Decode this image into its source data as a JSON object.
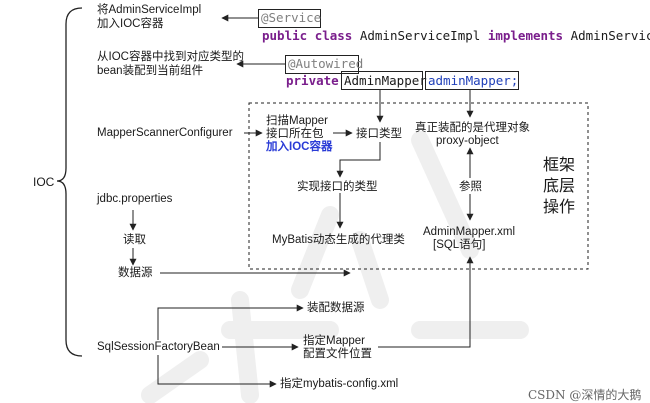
{
  "ioc_label": "IOC",
  "left_labels": {
    "add_admin_line1": "将AdminServiceImpl",
    "add_admin_line2": "加入IOC容器",
    "find_bean_line1": "从IOC容器中找到对应类型的",
    "find_bean_line2": "bean装配到当前组件",
    "mapper_scanner": "MapperScannerConfigurer",
    "jdbc_properties": "jdbc.properties",
    "read": "读取",
    "datasource": "数据源",
    "sqlsession_factory": "SqlSessionFactoryBean"
  },
  "code": {
    "service_annotation": "@Service",
    "class_decl_public": "public",
    "class_decl_class": "class",
    "class_decl_name": "AdminServiceImpl",
    "class_decl_implements": "implements",
    "class_decl_iface": "AdminService",
    "class_decl_brace": "{",
    "autowired_annotation": "@Autowired",
    "field_private": "private",
    "field_type": "AdminMapper",
    "field_name": "adminMapper;"
  },
  "inner": {
    "scan_line1": "扫描Mapper",
    "scan_line2": "接口所在包",
    "scan_line3": "加入IOC容器",
    "interface_type": "接口类型",
    "impl_type": "实现接口的类型",
    "mybatis_proxy": "MyBatis动态生成的代理类",
    "real_proxy_line1": "真正装配的是代理对象",
    "real_proxy_line2": "proxy-object",
    "reference": "参照",
    "mapper_xml_line1": "AdminMapper.xml",
    "mapper_xml_line2": "[SQL语句]"
  },
  "framework": {
    "line1": "框架",
    "line2": "底层",
    "line3": "操作"
  },
  "bottom": {
    "assemble_datasource": "装配数据源",
    "specify_mapper_line1": "指定Mapper",
    "specify_mapper_line2": "配置文件位置",
    "specify_config": "指定mybatis-config.xml"
  },
  "watermark": "CSDN @深情的大鹅",
  "colors": {
    "keyword": "#7a1e8c",
    "annotation": "#808080",
    "variable": "#1f3fb8",
    "highlight_text": "#2a3bd6",
    "line": "#222222"
  }
}
